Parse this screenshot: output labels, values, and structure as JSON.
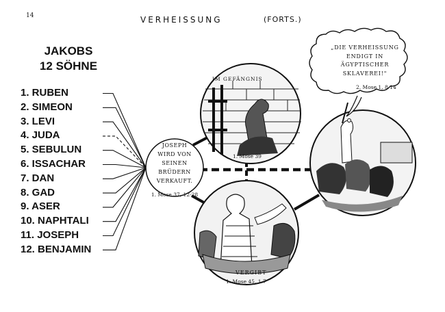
{
  "page_number": "14",
  "title": "VERHEISSUNG",
  "title_suffix": "(FORTS.)",
  "heading": {
    "line1": "JAKOBS",
    "line2": "12 SÖHNE"
  },
  "sons": [
    {
      "label": "1. RUBEN",
      "line": "solid"
    },
    {
      "label": "2. SIMEON",
      "line": "solid"
    },
    {
      "label": "3. LEVI",
      "line": "solid"
    },
    {
      "label": "4. JUDA",
      "line": "dashed"
    },
    {
      "label": "5. SEBULUN",
      "line": "solid"
    },
    {
      "label": "6. ISSACHAR",
      "line": "solid"
    },
    {
      "label": "7. DAN",
      "line": "solid"
    },
    {
      "label": "8. GAD",
      "line": "solid"
    },
    {
      "label": "9. ASER",
      "line": "solid"
    },
    {
      "label": "10. NAPHTALI",
      "line": "solid"
    },
    {
      "label": "11. JOSEPH",
      "line": "solid"
    },
    {
      "label": "12. BENJAMIN",
      "line": "solid"
    }
  ],
  "center": {
    "lines": [
      "JOSEPH",
      "WIRD VON",
      "SEINEN",
      "BRÜDERN",
      "VERKAUFT."
    ],
    "reference": "1. Mose 37, 12-28"
  },
  "prison": {
    "label": "IM GEFÄNGNIS",
    "reference": "1. Mose 39"
  },
  "forgives": {
    "label": "VERGIBT",
    "reference": "1. Mose 45, 1-7"
  },
  "cloud": {
    "lines": [
      "„DIE VERHEISSUNG",
      "ENDIGT IN",
      "ÄGYPTISCHER",
      "SKLAVEREI!\""
    ],
    "reference": "2. Mose 1, 8-14"
  },
  "icons": {
    "prison": "prison-scene-icon",
    "forgives": "joseph-forgives-scene-icon",
    "slavery": "slavery-scene-icon"
  }
}
